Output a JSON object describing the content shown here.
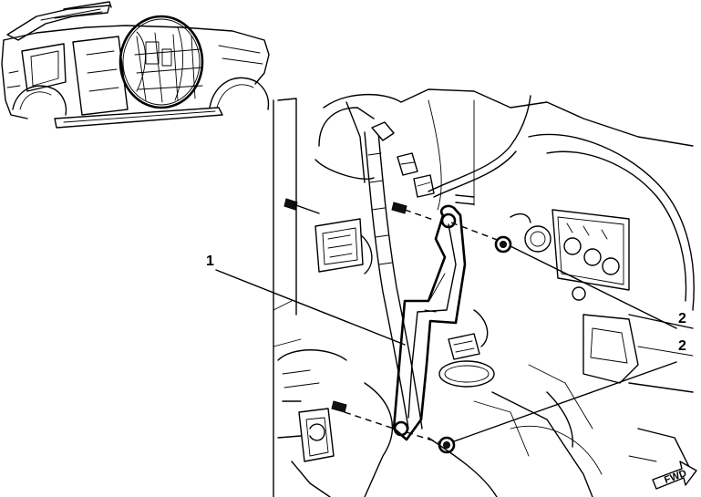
{
  "callouts": [
    {
      "id": "1",
      "label": "1"
    },
    {
      "id": "2",
      "label": "2"
    }
  ],
  "direction_indicator": {
    "label": "FWD"
  },
  "icons": [
    "vehicle-locator-view",
    "forward-arrow-icon"
  ]
}
